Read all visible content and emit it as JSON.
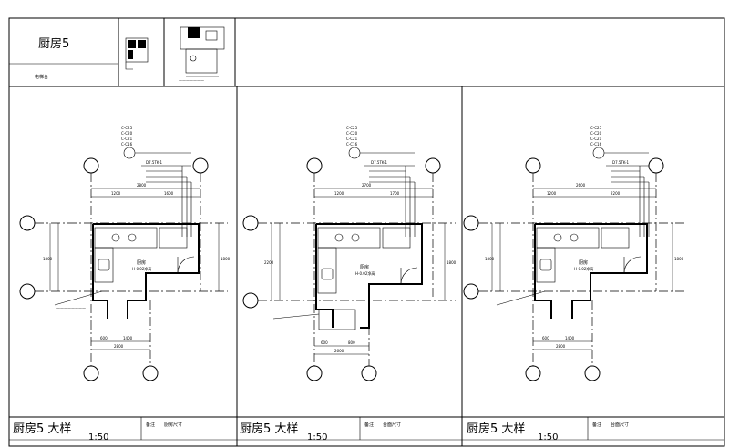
{
  "header": {
    "title": "厨房5",
    "subtitle": "电梯台"
  },
  "panels": [
    {
      "title": "厨房5 大样",
      "scale": "1:50",
      "note_label": "备注",
      "note_value": "厨房尺寸",
      "room_label": "厨房",
      "room_spec": "H-0.02净高",
      "dim_top_a": "1200",
      "dim_top_b": "1600",
      "dim_total": "2800",
      "dim_bottom_a": "600",
      "dim_bottom_b": "1400",
      "dim_bottom_total": "2800",
      "dim_left": "1800",
      "dim_right": "1800",
      "callout": "D7.5TK-1"
    },
    {
      "title": "厨房5 大样",
      "scale": "1:50",
      "note_label": "备注",
      "note_value": "台面尺寸",
      "room_label": "厨房",
      "room_spec": "H-0.02净高",
      "dim_top_a": "1200",
      "dim_top_b": "1700",
      "dim_total": "2700",
      "dim_bottom_a": "600",
      "dim_bottom_b": "800",
      "dim_bottom_total": "2600",
      "dim_left": "2200",
      "dim_right": "1800",
      "callout": "D7.5TK-1"
    },
    {
      "title": "厨房5 大样",
      "scale": "1:50",
      "note_label": "备注",
      "note_value": "台面尺寸",
      "room_label": "厨房",
      "room_spec": "H-0.02净高",
      "dim_top_a": "1200",
      "dim_top_b": "2200",
      "dim_total": "2600",
      "dim_bottom_a": "600",
      "dim_bottom_b": "1400",
      "dim_bottom_total": "2800",
      "dim_left": "1800",
      "dim_right": "1800",
      "callout": "D7.5TK-1"
    }
  ]
}
